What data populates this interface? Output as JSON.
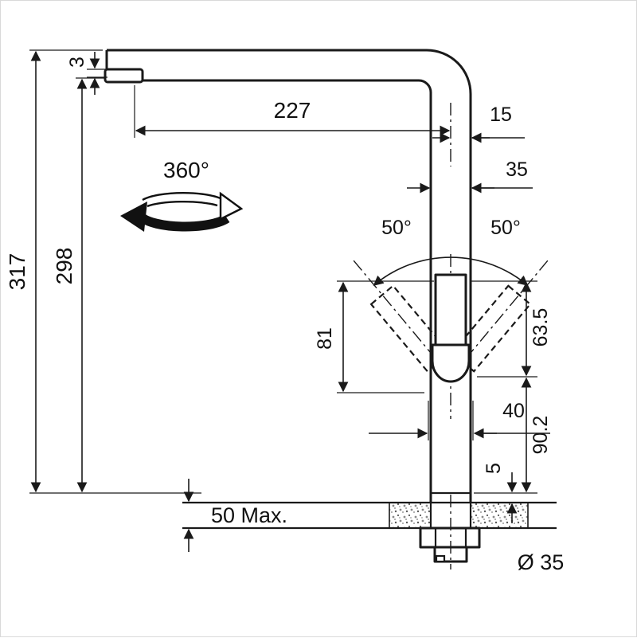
{
  "drawing": {
    "colors": {
      "line": "#1a1a1a",
      "background": "#ffffff"
    },
    "labels": {
      "total_height": "317",
      "spout_height": "298",
      "tip_height": "3",
      "spout_reach": "227",
      "outlet_offset": "15",
      "pipe_width": "35",
      "swivel_angle": "360°",
      "lever_angle_left": "50°",
      "lever_angle_right": "50°",
      "lever_length": "81",
      "lever_offset": "63.5",
      "base_width": "40",
      "lower_body_height": "90.2",
      "base_plate_height": "5",
      "max_counter_thickness": "50 Max.",
      "hole_diameter": "Ø 35"
    }
  }
}
